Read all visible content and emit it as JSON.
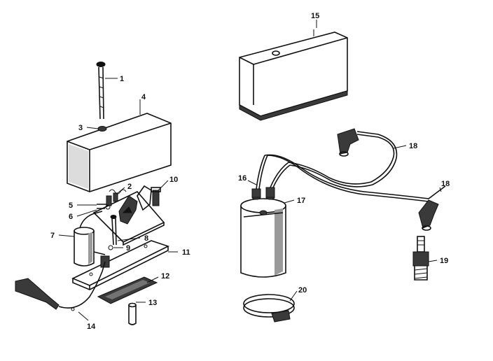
{
  "labels": {
    "l1": "1",
    "l2": "2",
    "l3": "3",
    "l4": "4",
    "l5": "5",
    "l6": "6",
    "l7": "7",
    "l8": "8",
    "l9": "9",
    "l10": "10",
    "l11": "11",
    "l12": "12",
    "l13": "13",
    "l14": "14",
    "l15": "15",
    "l16": "16",
    "l17": "17",
    "l18a": "18",
    "l18b": "18",
    "l19": "19",
    "l20": "20"
  }
}
